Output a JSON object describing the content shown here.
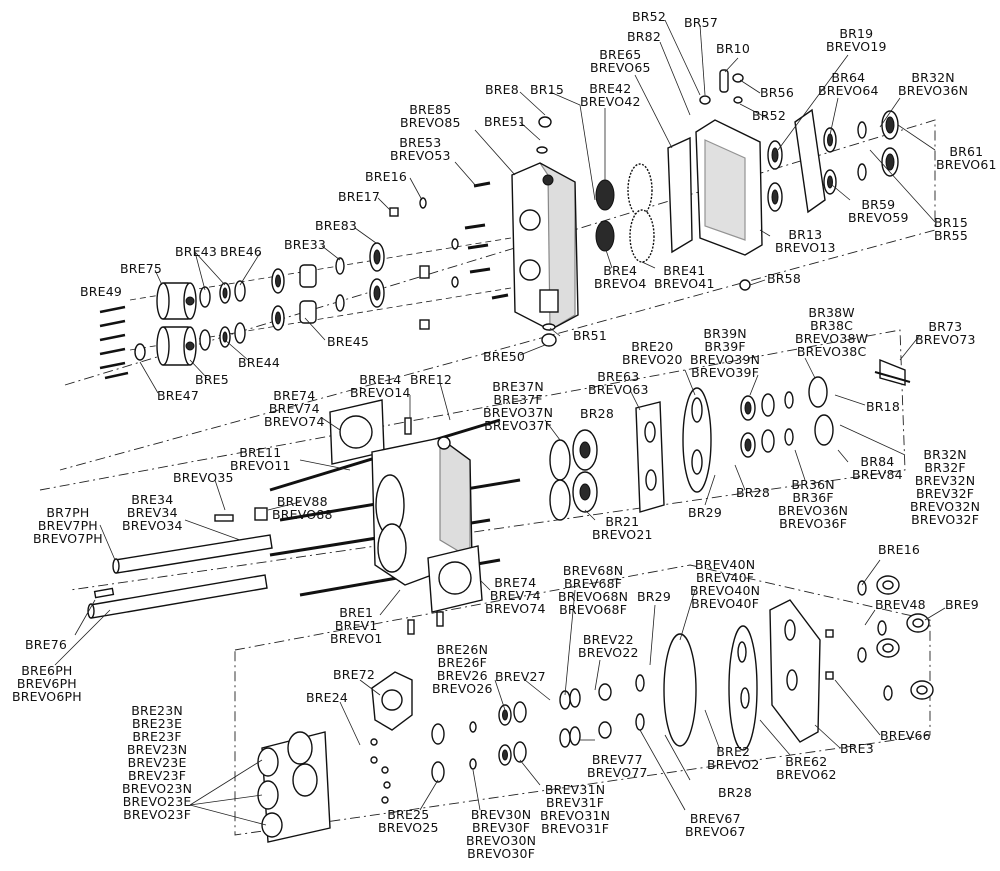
{
  "labels": [
    {
      "id": "br52",
      "text": "BR52\n",
      "x": 0,
      "y": 0
    },
    {
      "id": "br57",
      "text": "BR57"
    },
    {
      "id": "br82",
      "text": "BR82"
    },
    {
      "id": "br10",
      "text": "BR10"
    },
    {
      "id": "br56",
      "text": "BR56"
    },
    {
      "id": "br52b",
      "text": "BR52"
    },
    {
      "id": "br19",
      "text": "BR19\nBREVO19"
    },
    {
      "id": "br64",
      "text": "BR64\nBREVO64"
    },
    {
      "id": "br32n",
      "text": "BR32N\nBREVO36N"
    },
    {
      "id": "br65",
      "text": "BRE65\nBREVO65"
    },
    {
      "id": "bre42",
      "text": "BRE42\nBREVO42"
    },
    {
      "id": "bre8",
      "text": "BRE8"
    },
    {
      "id": "br15",
      "text": "BR15"
    },
    {
      "id": "bre51",
      "text": "BRE51"
    },
    {
      "id": "bre85",
      "text": "BRE85\nBREVO85"
    },
    {
      "id": "bre53",
      "text": "BRE53\nBREVO53"
    },
    {
      "id": "bre16",
      "text": "BRE16"
    },
    {
      "id": "bre17",
      "text": "BRE17"
    },
    {
      "id": "bre83",
      "text": "BRE83"
    },
    {
      "id": "bre33",
      "text": "BRE33"
    },
    {
      "id": "bre46",
      "text": "BRE46"
    },
    {
      "id": "bre43",
      "text": "BRE43"
    },
    {
      "id": "bre75",
      "text": "BRE75"
    },
    {
      "id": "bre49",
      "text": "BRE49"
    },
    {
      "id": "bre44",
      "text": "BRE44"
    },
    {
      "id": "bre45",
      "text": "BRE45"
    },
    {
      "id": "bre5",
      "text": "BRE5"
    },
    {
      "id": "bre47",
      "text": "BRE47"
    },
    {
      "id": "bre50",
      "text": "BRE50"
    },
    {
      "id": "br51",
      "text": "BR51"
    },
    {
      "id": "bre4",
      "text": "BRE4\nBREVO4"
    },
    {
      "id": "bre41",
      "text": "BRE41\nBREVO41"
    },
    {
      "id": "br13",
      "text": "BR13\nBREVO13"
    },
    {
      "id": "br58",
      "text": "BR58"
    },
    {
      "id": "br59",
      "text": "BR59\nBREVO59"
    },
    {
      "id": "br61",
      "text": "BR61\nBREVO61"
    },
    {
      "id": "br15b",
      "text": "BR15\nBR55"
    },
    {
      "id": "bre14",
      "text": "BRE14\nBREVO14"
    },
    {
      "id": "bre12",
      "text": "BRE12"
    },
    {
      "id": "bre74a",
      "text": "BRE74\nBREV74\nBREVO74"
    },
    {
      "id": "bre11",
      "text": "BRE11\nBREVO11"
    },
    {
      "id": "bre37n",
      "text": "BRE37N\nBRE37F\nBREVO37N\nBREVO37F"
    },
    {
      "id": "bre63",
      "text": "BRE63\nBREVO63"
    },
    {
      "id": "br28a",
      "text": "BR28"
    },
    {
      "id": "bre20",
      "text": "BRE20\nBREVO20"
    },
    {
      "id": "br39n",
      "text": "BR39N\nBR39F\nBREVO39N\nBREVO39F"
    },
    {
      "id": "br38w",
      "text": "BR38W\nBR38C\nBREVO38W\nBREVO38C"
    },
    {
      "id": "br73",
      "text": "BR73\nBREVO73"
    },
    {
      "id": "br18",
      "text": "BR18"
    },
    {
      "id": "brevo35",
      "text": "BREVO35"
    },
    {
      "id": "brev88",
      "text": "BREV88\nBREVO88"
    },
    {
      "id": "bre34",
      "text": "BRE34\nBREV34\nBREVO34"
    },
    {
      "id": "br7ph",
      "text": "BR7PH\nBREV7PH\nBREVO7PH"
    },
    {
      "id": "br21",
      "text": "BR21\nBREVO21"
    },
    {
      "id": "br28b",
      "text": "BR28"
    },
    {
      "id": "br29a",
      "text": "BR29"
    },
    {
      "id": "br36n",
      "text": "BR36N\nBR36F\nBREVO36N\nBREVO36F"
    },
    {
      "id": "br84",
      "text": "BR84\nBREV84"
    },
    {
      "id": "br32nf",
      "text": "BR32N\nBR32F\nBREV32N\nBREV32F\nBREVO32N\nBREVO32F"
    },
    {
      "id": "bre74b",
      "text": "BRE74\nBREV74\nBREVO74"
    },
    {
      "id": "bre1",
      "text": "BRE1\nBREV1\nBREVO1"
    },
    {
      "id": "bre76",
      "text": "BRE76"
    },
    {
      "id": "bre6ph",
      "text": "BRE6PH\nBREV6PH\nBREVO6PH"
    },
    {
      "id": "brev68n",
      "text": "BREV68N\nBREV68F\nBREVO68N\nBREVO68F"
    },
    {
      "id": "br40n",
      "text": "BREV40N\nBREV40F\nBREVO40N\nBREVO40F"
    },
    {
      "id": "bre16b",
      "text": "BRE16"
    },
    {
      "id": "brev48",
      "text": "BREV48"
    },
    {
      "id": "bre9",
      "text": "BRE9"
    },
    {
      "id": "br29b",
      "text": "BR29"
    },
    {
      "id": "brev22",
      "text": "BREV22\nBREVO22"
    },
    {
      "id": "bre26n",
      "text": "BRE26N\nBRE26F\nBREV26\nBREVO26"
    },
    {
      "id": "brev27",
      "text": "BREV27"
    },
    {
      "id": "bre72",
      "text": "BRE72"
    },
    {
      "id": "bre24",
      "text": "BRE24"
    },
    {
      "id": "bre23n",
      "text": "BRE23N\nBRE23E\nBRE23F\nBREV23N\nBREV23E\nBREV23F\nBREVO23N\nBREVO23E\nBREVO23F"
    },
    {
      "id": "bre25",
      "text": "BRE25\nBREVO25"
    },
    {
      "id": "brev30n",
      "text": "BREV30N\nBREV30F\nBREVO30N\nBREVO30F"
    },
    {
      "id": "brev31n",
      "text": "BREV31N\nBREV31F\nBREVO31N\nBREVO31F"
    },
    {
      "id": "brev77",
      "text": "BREV77\nBREVO77"
    },
    {
      "id": "br28c",
      "text": "BR28"
    },
    {
      "id": "brev67",
      "text": "BREV67\nBREVO67"
    },
    {
      "id": "bre2",
      "text": "BRE2\nBREVO2"
    },
    {
      "id": "bre62",
      "text": "BRE62\nBREVO62"
    },
    {
      "id": "bre3",
      "text": "BRE3"
    },
    {
      "id": "brev66",
      "text": "BREV66"
    }
  ]
}
